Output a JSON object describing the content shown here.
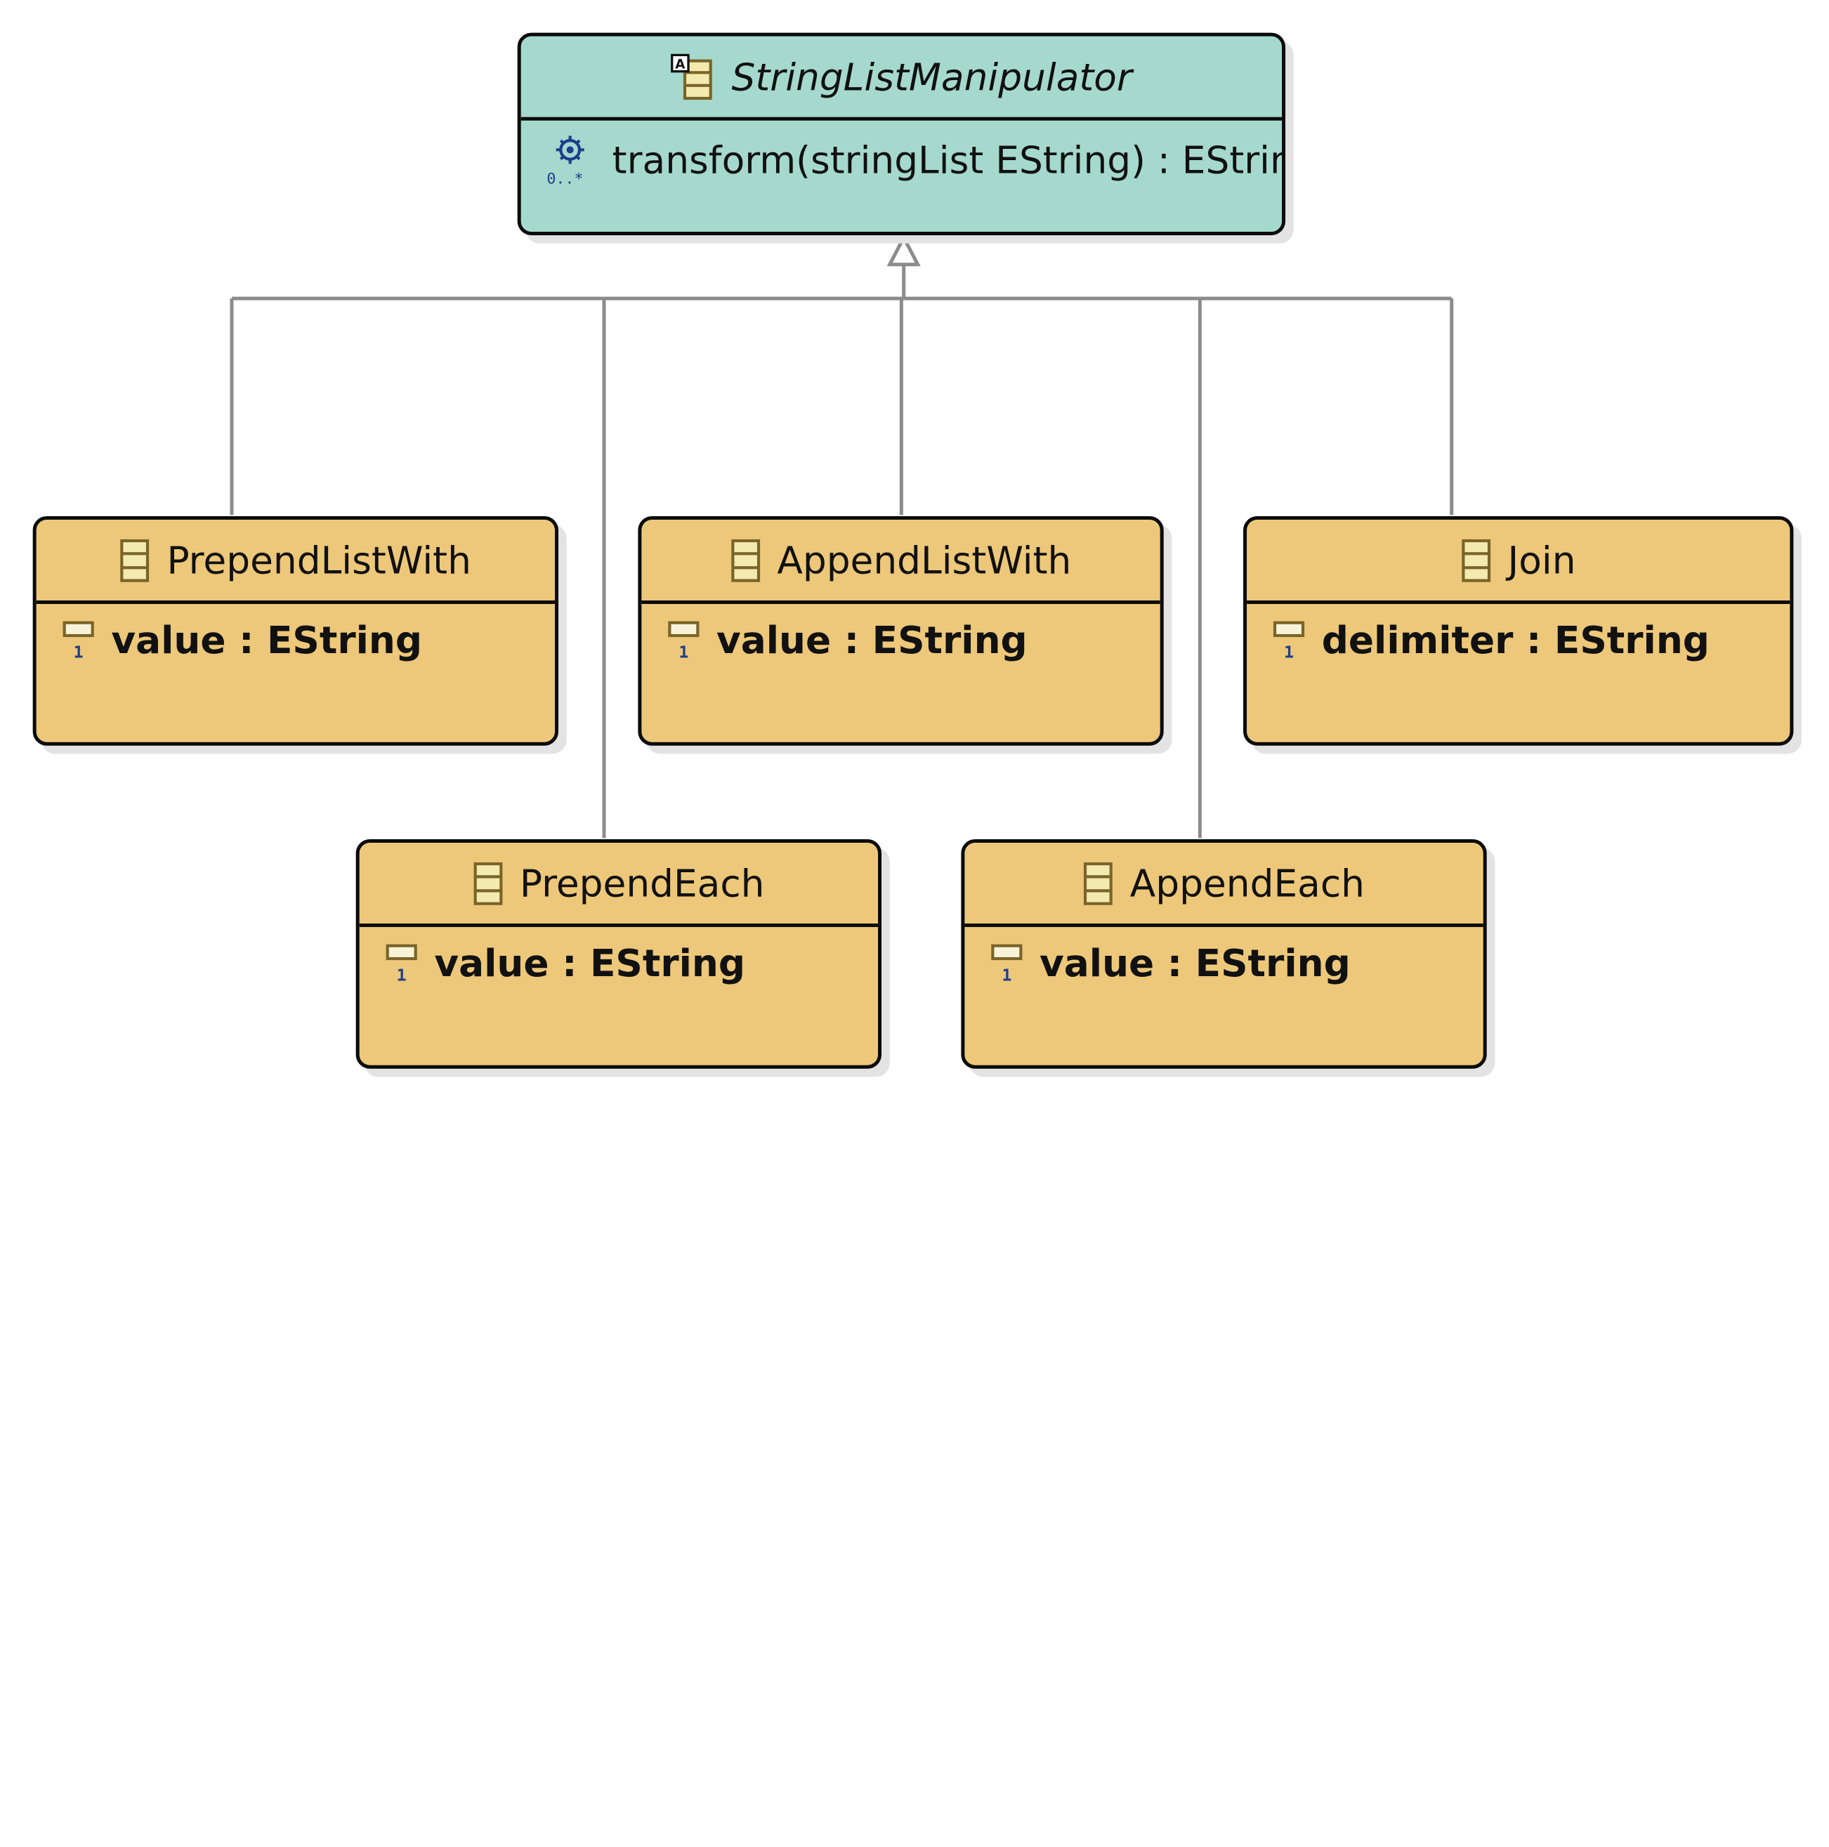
{
  "diagram": {
    "abstract_class": {
      "name": "StringListManipulator",
      "icon": "abstract-class-icon",
      "operation": {
        "icon": "operation-icon",
        "signature": "transform(stringList EString) : EString"
      }
    },
    "classes": [
      {
        "name": "PrependListWith",
        "icon": "class-icon",
        "attribute": {
          "icon": "attribute-icon",
          "text": "value : EString"
        }
      },
      {
        "name": "AppendListWith",
        "icon": "class-icon",
        "attribute": {
          "icon": "attribute-icon",
          "text": "value : EString"
        }
      },
      {
        "name": "Join",
        "icon": "class-icon",
        "attribute": {
          "icon": "attribute-icon",
          "text": "delimiter : EString"
        }
      },
      {
        "name": "PrependEach",
        "icon": "class-icon",
        "attribute": {
          "icon": "attribute-icon",
          "text": "value : EString"
        }
      },
      {
        "name": "AppendEach",
        "icon": "class-icon",
        "attribute": {
          "icon": "attribute-icon",
          "text": "value : EString"
        }
      }
    ],
    "relationship": "generalization",
    "colors": {
      "abstract_fill": "#a6d9cd",
      "class_fill": "#edc87a",
      "border": "#0b0b0b",
      "connector": "#8c8c8c"
    }
  }
}
